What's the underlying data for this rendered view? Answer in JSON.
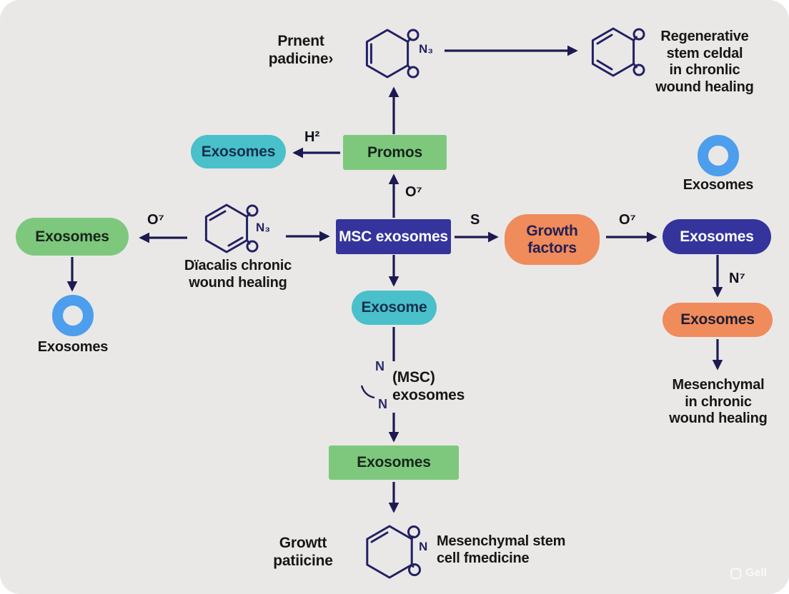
{
  "nodes": {
    "exosomes_teal": "Exosomes",
    "promos": "Promos",
    "exosomes_green_left": "Exosomes",
    "msc_exosomes": "MSC exosomes",
    "growth_factors": "Growth factors",
    "exosomes_navy_right": "Exosomes",
    "exosome_teal_mid": "Exosome",
    "exosomes_green_bottom": "Exosomes",
    "exosomes_orange_right": "Exosomes"
  },
  "ring_labels": {
    "left": "Exosomes",
    "right": "Exosomes"
  },
  "edge_labels": {
    "h2": "H²",
    "o7_top": "O⁷",
    "o7_left": "O⁷",
    "s": "S",
    "o7_right": "O⁷",
    "n7": "N⁷"
  },
  "chem_labels": {
    "n3_top": "N₃",
    "n3_left": "N₃",
    "n_bottom": "N",
    "n_mid_upper": "N",
    "n_mid_lower": "N"
  },
  "annotations": {
    "parent_medicine": "Prnent\npadicine›",
    "regenerative": "Regenerative\nstem celdal\nin chronlic\nwound healing",
    "diacalis": "Dïacalis chronic\nwound healing",
    "msc_note": "(MSC)\nexosomes",
    "mesenchymal_right": "Mesenchymal\nin chronic\nwound healing",
    "growtt": "Growtt\npatiicine",
    "mesenchymal_bottom": "Mesenchymal stem\ncell fmedicine"
  },
  "watermark": "Gell",
  "colors": {
    "background": "#e9e8e7",
    "teal": "#49c0ca",
    "green": "#7ec87d",
    "navy": "#34349c",
    "orange": "#f08b5c",
    "ring_blue": "#4d9eec",
    "arrow": "#1d1a52",
    "text_dark": "#161616"
  }
}
